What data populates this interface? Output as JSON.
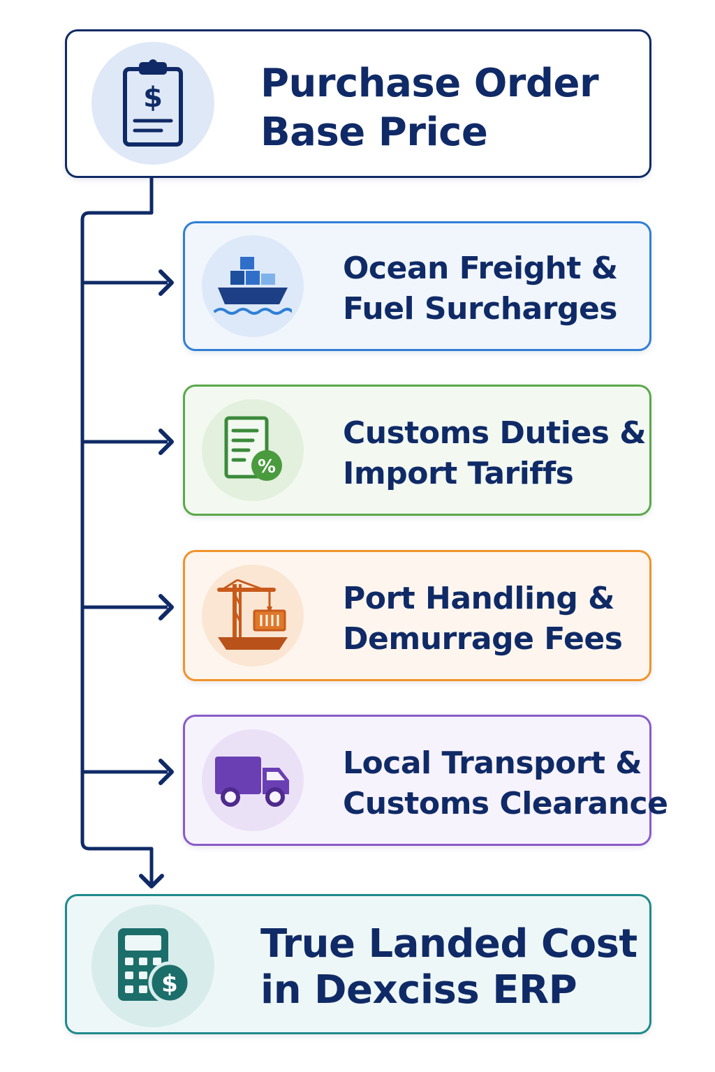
{
  "top": {
    "line1": "Purchase Order",
    "line2": "Base Price",
    "icon": "clipboard-dollar-icon",
    "border_color": "#0f2a66",
    "circle_color": "#dfe8f7"
  },
  "steps": [
    {
      "line1": "Ocean Freight &",
      "line2": "Fuel Surcharges",
      "icon": "cargo-ship-icon",
      "border_color": "#2f7fd6",
      "bg_color": "#f1f6fd",
      "circle_color": "#dde9f8",
      "icon_color": "#1c4f9e"
    },
    {
      "line1": "Customs Duties &",
      "line2": "Import Tariffs",
      "icon": "document-percent-icon",
      "border_color": "#5ba84a",
      "bg_color": "#f3f9f1",
      "circle_color": "#e2f0dd",
      "icon_color": "#3b8a3a"
    },
    {
      "line1": "Port Handling &",
      "line2": "Demurrage Fees",
      "icon": "port-crane-icon",
      "border_color": "#f0932b",
      "bg_color": "#fef6ee",
      "circle_color": "#fbe6d3",
      "icon_color": "#c85a1b"
    },
    {
      "line1": "Local Transport &",
      "line2": "Customs Clearance",
      "icon": "delivery-truck-icon",
      "border_color": "#8a5bc9",
      "bg_color": "#f7f3fd",
      "circle_color": "#ebe1f7",
      "icon_color": "#6a3fb3"
    }
  ],
  "result": {
    "line1": "True Landed Cost",
    "line2": "in Dexciss ERP",
    "icon": "calculator-dollar-icon",
    "border_color": "#1f8a8a",
    "bg_color": "#eef7f7",
    "circle_color": "#d8ecec",
    "icon_color": "#1c6e6a"
  },
  "connector_color": "#0f2a66"
}
